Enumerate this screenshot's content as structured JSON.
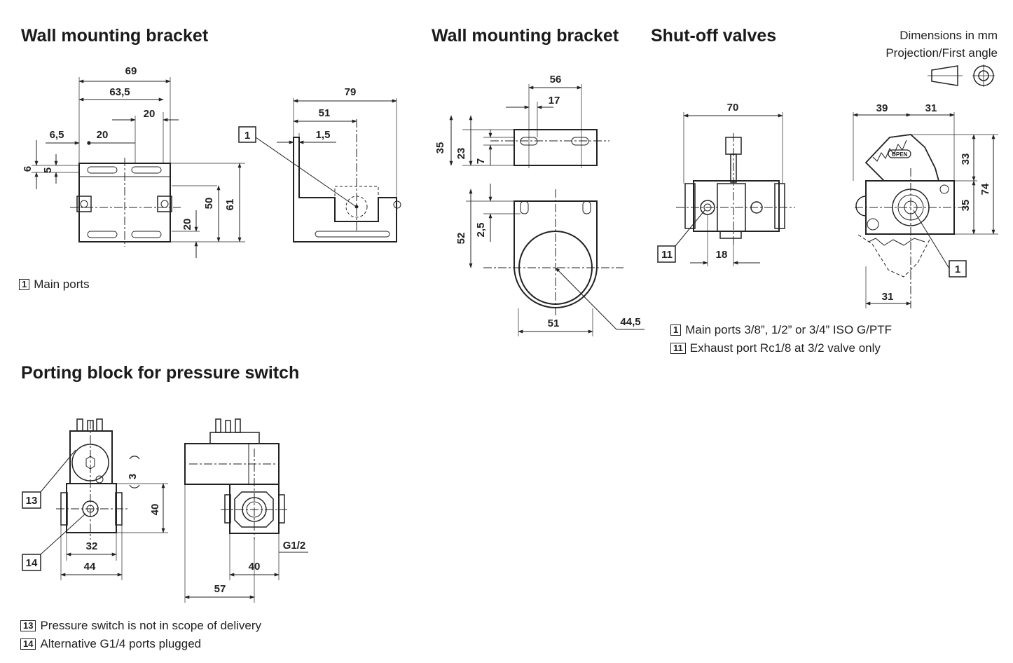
{
  "headings": {
    "wall_bracket_1": "Wall mounting bracket",
    "wall_bracket_2": "Wall mounting bracket",
    "shutoff": "Shut-off valves",
    "porting": "Porting block for pressure switch"
  },
  "projection": {
    "line1": "Dimensions in mm",
    "line2": "Projection/First angle"
  },
  "notes": {
    "main_ports": {
      "tag": "1",
      "text": "Main ports"
    },
    "shutoff_main": {
      "tag": "1",
      "text": "Main ports 3/8”, 1/2” or 3/4” ISO G/PTF"
    },
    "shutoff_exhaust": {
      "tag": "11",
      "text": "Exhaust port Rc1/8 at 3/2 valve only"
    },
    "switch_scope": {
      "tag": "13",
      "text": "Pressure switch is not in scope of delivery"
    },
    "alt_ports": {
      "tag": "14",
      "text": "Alternative G1/4 ports plugged"
    }
  },
  "dims": {
    "b1": {
      "w69": "69",
      "w63": "63,5",
      "w20a": "20",
      "w65": "6,5",
      "w20b": "20",
      "h6": "6",
      "h5": "5",
      "h50": "50",
      "h61": "61",
      "h20": "20"
    },
    "b2": {
      "w79": "79",
      "w51": "51",
      "w15": "1,5",
      "tag": "1"
    },
    "b3": {
      "w56": "56",
      "w17": "17",
      "h35": "35",
      "h23": "23",
      "h7": "7",
      "h52": "52",
      "h25": "2,5",
      "w51": "51",
      "d445": "44,5"
    },
    "v1": {
      "w70": "70",
      "w18": "18",
      "tag": "11"
    },
    "v2": {
      "w39": "39",
      "w31a": "31",
      "h33": "33",
      "h35": "35",
      "h74": "74",
      "w31b": "31",
      "tag": "1",
      "open": "OPEN"
    },
    "p1": {
      "w32": "32",
      "w44": "44",
      "h40": "40",
      "h3": "3",
      "tag13": "13",
      "tag14": "14"
    },
    "p2": {
      "w40": "40",
      "w57": "57",
      "g": "G1/2"
    }
  }
}
